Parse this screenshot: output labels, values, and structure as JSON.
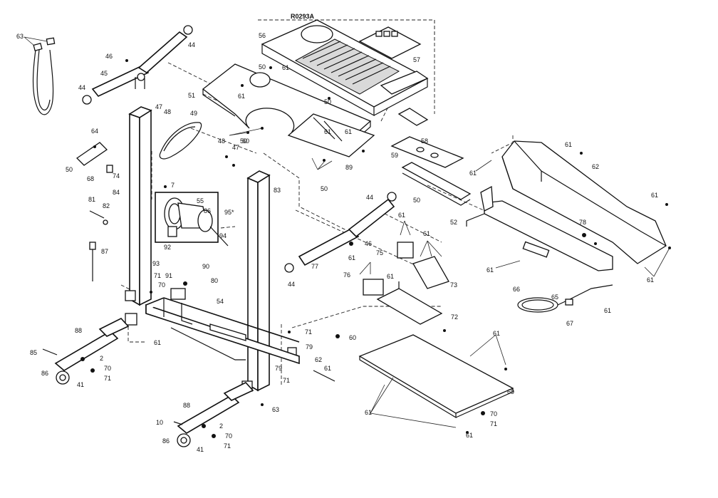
{
  "diagram_code": "R0293A",
  "callouts": [
    "63",
    "46",
    "44",
    "45",
    "44",
    "56",
    "57",
    "51",
    "50",
    "61",
    "50",
    "47",
    "48",
    "49",
    "64",
    "50",
    "74",
    "68",
    "60",
    "84",
    "81",
    "82",
    "87",
    "7",
    "55",
    "86",
    "95*",
    "83",
    "94",
    "92",
    "93",
    "90",
    "71",
    "91",
    "70",
    "80",
    "54",
    "61",
    "50",
    "61",
    "89",
    "50",
    "48",
    "47",
    "61",
    "59",
    "58",
    "50",
    "44",
    "61",
    "62",
    "61",
    "61",
    "78",
    "52",
    "61",
    "46",
    "77",
    "44",
    "61",
    "75",
    "61",
    "76",
    "61",
    "73",
    "61",
    "72",
    "66",
    "65",
    "67",
    "61",
    "61",
    "71",
    "60",
    "79",
    "62",
    "61",
    "79",
    "71",
    "63",
    "69",
    "61",
    "61",
    "61",
    "70",
    "71",
    "61",
    "88",
    "85",
    "86",
    "2",
    "70",
    "41",
    "71",
    "88",
    "10",
    "86",
    "2",
    "70",
    "41",
    "71"
  ]
}
